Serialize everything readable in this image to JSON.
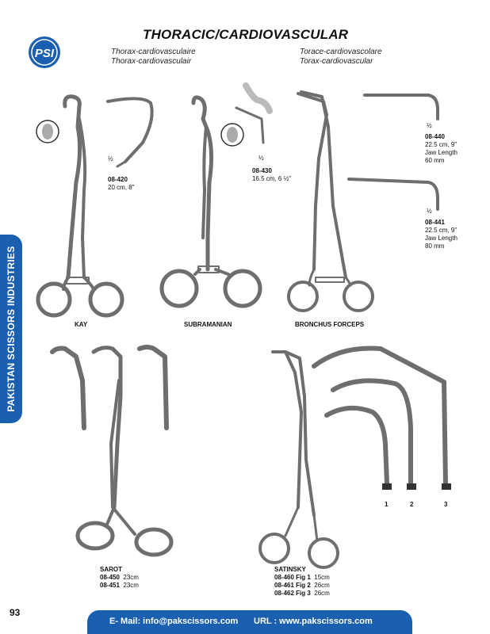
{
  "header": {
    "title": "THORACIC/CARDIOVASCULAR",
    "subtitles": {
      "fr": "Thorax-cardiovasculaire",
      "nl": "Thorax-cardiovasculair",
      "it": "Torace-cardiovascolare",
      "es": "Torax-cardiovascular"
    }
  },
  "sidebar": {
    "text": "PAKISTAN SCISSORS INDUSTRIES"
  },
  "products": {
    "kay": {
      "name": "KAY",
      "code": "08-420",
      "size": "20 cm, 8\"",
      "scale": "½"
    },
    "subramanian": {
      "name": "SUBRAMANIAN",
      "code": "08-430",
      "size": "16.5 cm, 6 ½\"",
      "scale": "½"
    },
    "bronchus": {
      "name": "BRONCHUS FORCEPS",
      "a": {
        "code": "08-440",
        "size": "22.5 cm, 9\"",
        "jaw": "Jaw Length",
        "jaw_len": "60 mm",
        "scale": "½"
      },
      "b": {
        "code": "08-441",
        "size": "22.5 cm, 9\"",
        "jaw": "Jaw Length",
        "jaw_len": "80 mm",
        "scale": "½"
      }
    },
    "sarot": {
      "name": "SAROT",
      "rows": [
        {
          "code": "08-450",
          "size": "23cm"
        },
        {
          "code": "08-451",
          "size": "23cm"
        }
      ]
    },
    "satinsky": {
      "name": "SATINSKY",
      "rows": [
        {
          "code": "08-460 Fig 1",
          "size": "15cm"
        },
        {
          "code": "08-461 Fig 2",
          "size": "26cm"
        },
        {
          "code": "08-462 Fig 3",
          "size": "26cm"
        }
      ],
      "figs": [
        "1",
        "2",
        "3"
      ]
    }
  },
  "page": {
    "number": "93"
  },
  "footer": {
    "email": "E- Mail: info@pakscissors.com",
    "url": "URL  :  www.pakscissors.com"
  },
  "colors": {
    "brand_blue": "#1a5fb0",
    "steel": "#6e6e6e"
  }
}
